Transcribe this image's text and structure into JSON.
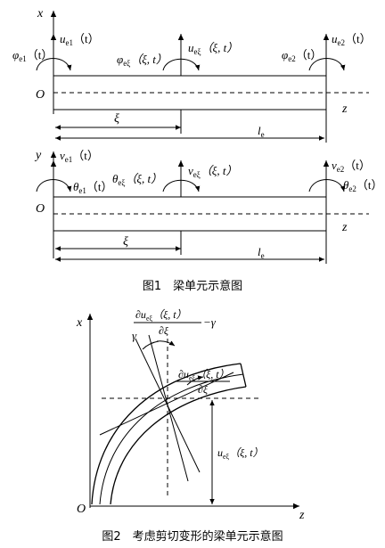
{
  "figure1": {
    "caption": "图1　梁单元示意图",
    "part_a": {
      "axis_x": "x",
      "axis_z": "z",
      "origin": "O",
      "u_left": [
        "u",
        "e1",
        "（t）"
      ],
      "u_mid": [
        "u",
        "eξ",
        "（ξ, t）"
      ],
      "u_right": [
        "u",
        "e2",
        "（t）"
      ],
      "phi_left": [
        "φ",
        "e1",
        "（t）"
      ],
      "phi_mid": [
        "φ",
        "eξ",
        "（ξ, t）"
      ],
      "phi_right": [
        "φ",
        "e2",
        "（t）"
      ],
      "xi": "ξ",
      "length": [
        "l",
        "e"
      ]
    },
    "part_b": {
      "axis_y": "y",
      "axis_z": "z",
      "origin": "O",
      "v_left": [
        "v",
        "e1",
        "（t）"
      ],
      "v_mid": [
        "v",
        "eξ",
        "（ξ, t）"
      ],
      "v_right": [
        "v",
        "e2",
        "（t）"
      ],
      "theta_left": [
        "θ",
        "e1",
        "（t）"
      ],
      "theta_mid": [
        "θ",
        "eξ",
        "（ξ, t）"
      ],
      "theta_right": [
        "θ",
        "e2",
        "（t）"
      ],
      "xi": "ξ",
      "length": [
        "l",
        "e"
      ]
    }
  },
  "figure2": {
    "caption": "图2　考虑剪切变形的梁单元示意图",
    "axis_x": "x",
    "axis_z": "z",
    "origin": "O",
    "gamma_left": "γ",
    "gamma_right": "−γ",
    "top_frac_num": [
      "∂u",
      "eξ",
      "（ξ, t）"
    ],
    "top_frac_den": "∂ξ",
    "mid_frac_num": [
      "∂u",
      "eξ",
      "（ξ, t）"
    ],
    "mid_frac_den": "∂ξ",
    "disp": [
      "u",
      "eξ",
      "（ξ, t）"
    ]
  }
}
